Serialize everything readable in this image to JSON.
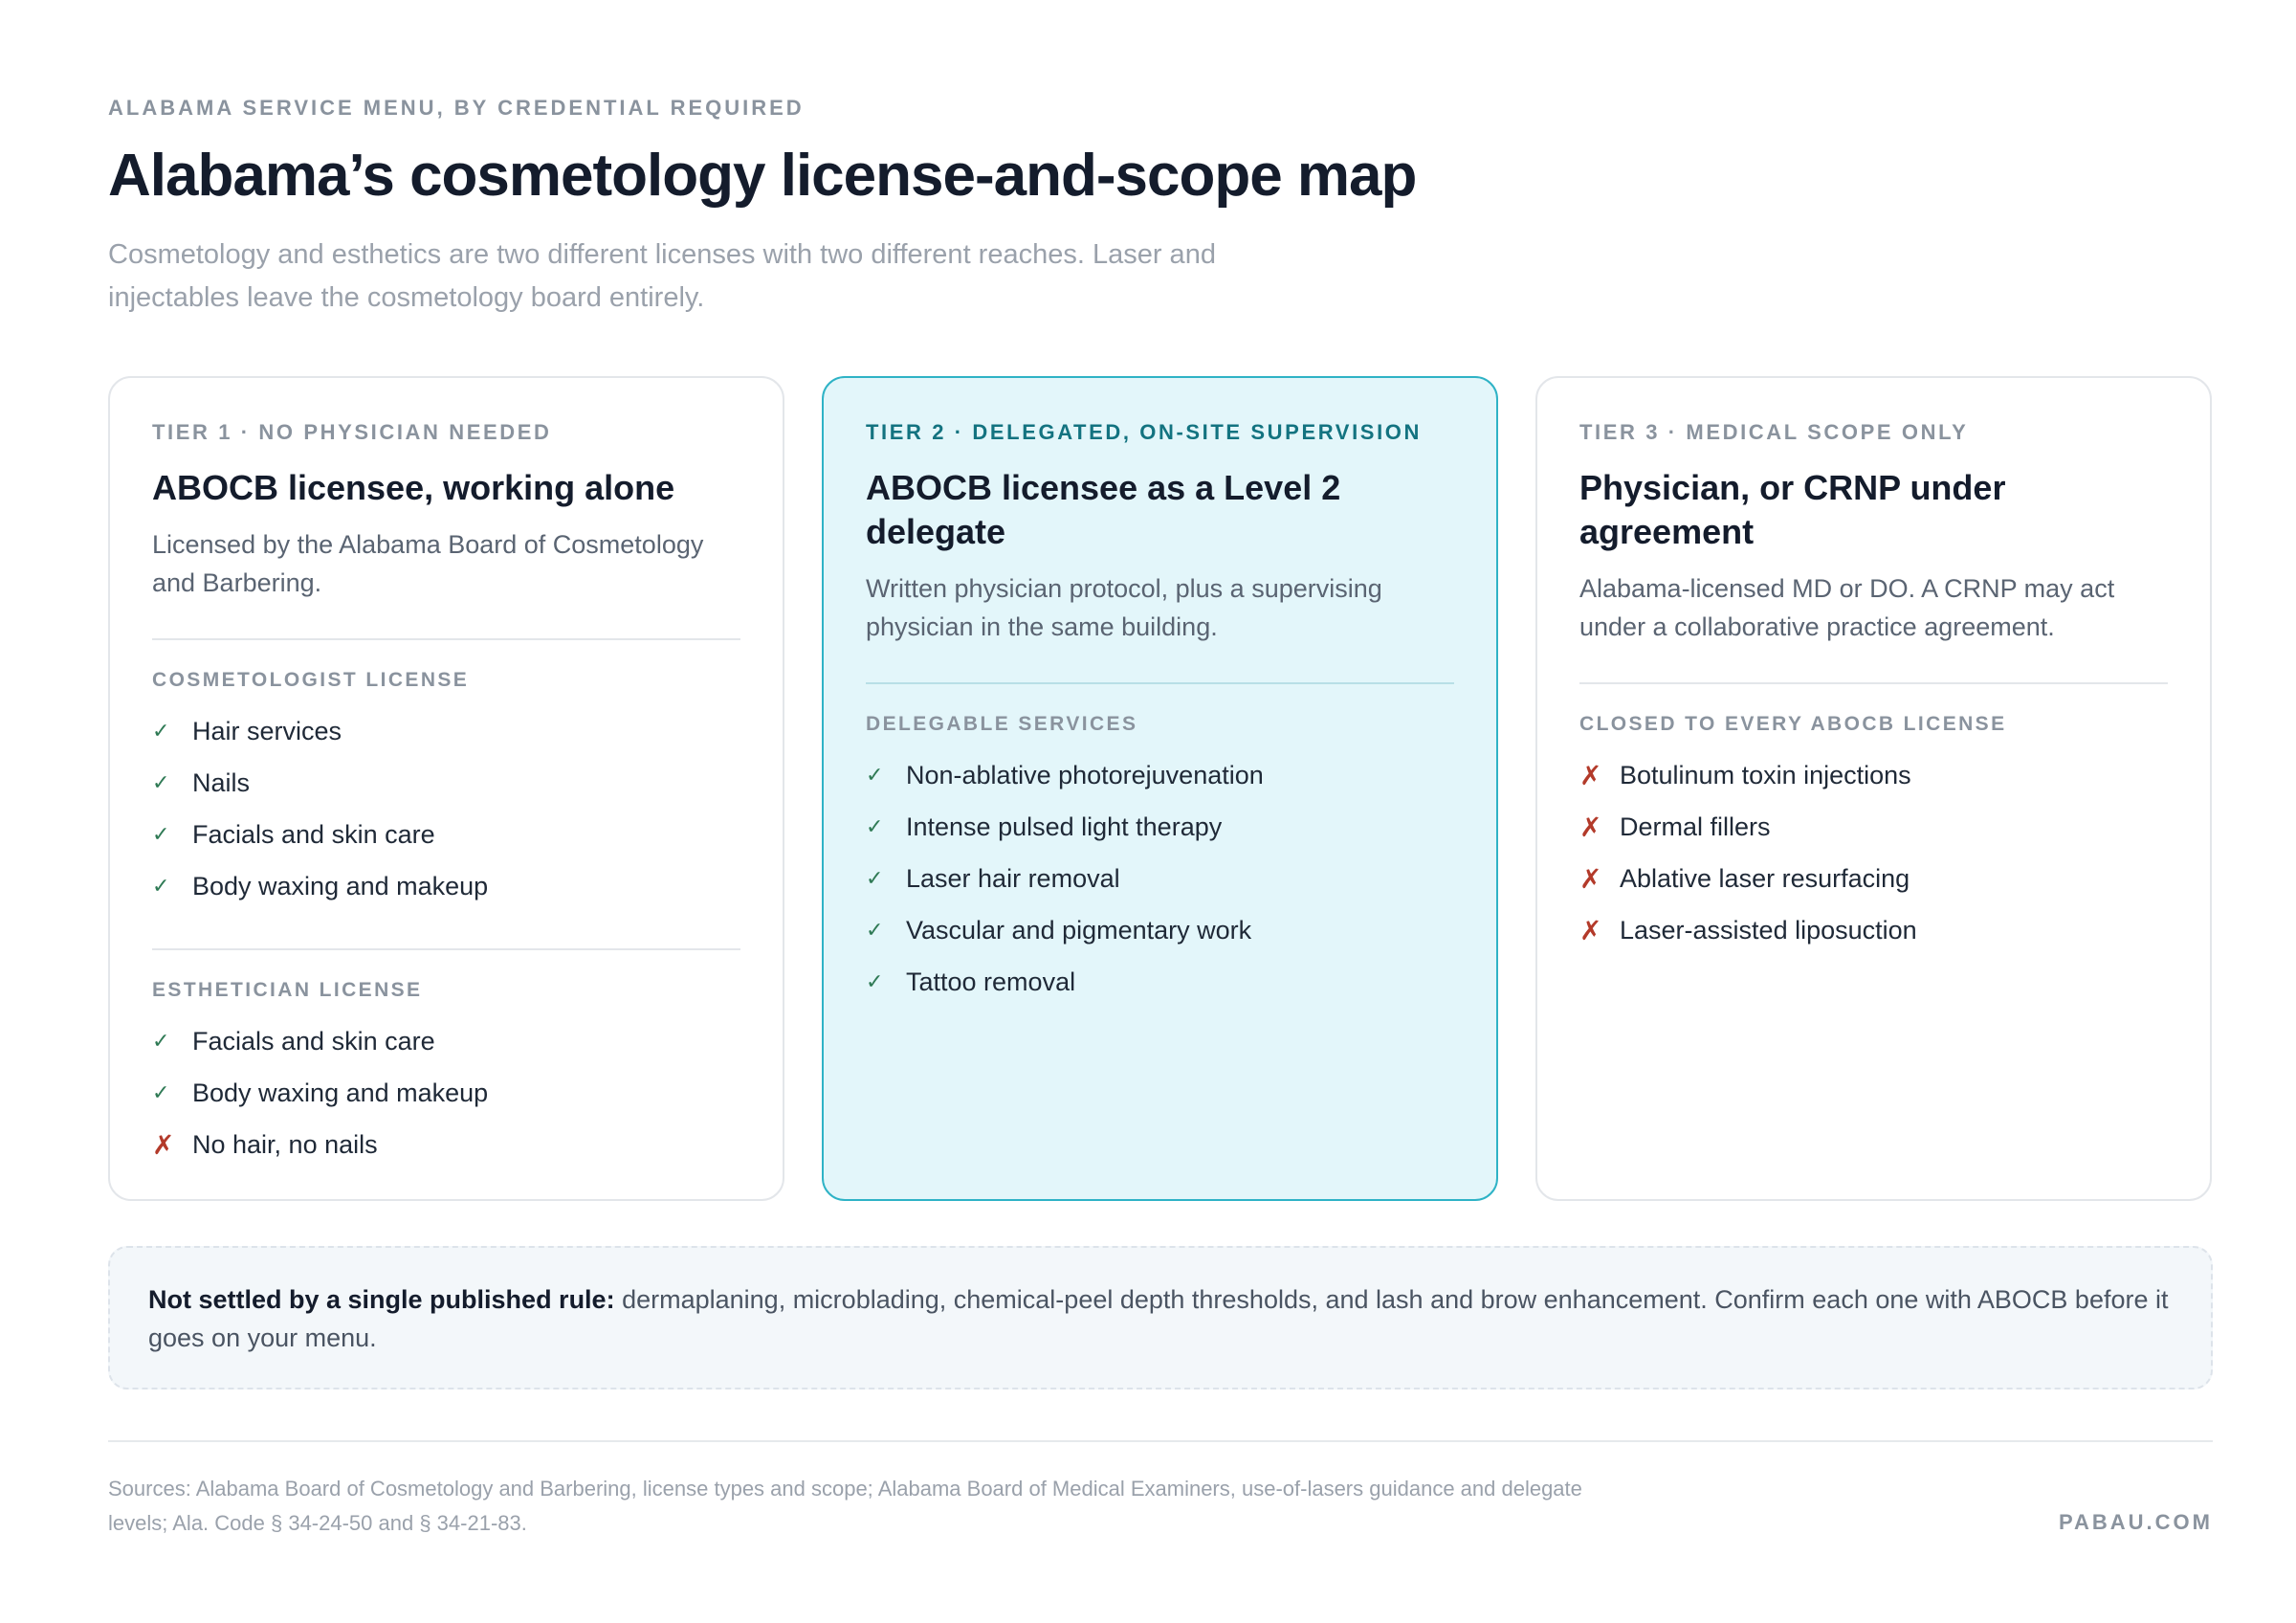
{
  "header": {
    "eyebrow": "ALABAMA SERVICE MENU, BY CREDENTIAL REQUIRED",
    "title": "Alabama’s cosmetology license-and-scope map",
    "subtitle": "Cosmetology and esthetics are two different licenses with two different reaches. Laser and injectables leave the cosmetology board entirely."
  },
  "tiers": [
    {
      "label": "TIER 1 · NO PHYSICIAN NEEDED",
      "title": "ABOCB licensee, working alone",
      "description": "Licensed by the Alabama Board of Cosmetology and Barbering.",
      "sections": [
        {
          "label": "COSMETOLOGIST LICENSE",
          "items": [
            {
              "text": "Hair services",
              "allowed": true
            },
            {
              "text": "Nails",
              "allowed": true
            },
            {
              "text": "Facials and skin care",
              "allowed": true
            },
            {
              "text": "Body waxing and makeup",
              "allowed": true
            }
          ]
        },
        {
          "label": "ESTHETICIAN LICENSE",
          "items": [
            {
              "text": "Facials and skin care",
              "allowed": true
            },
            {
              "text": "Body waxing and makeup",
              "allowed": true
            },
            {
              "text": "No hair, no nails",
              "allowed": false
            }
          ]
        }
      ]
    },
    {
      "label": "TIER 2 · DELEGATED, ON-SITE SUPERVISION",
      "title": "ABOCB licensee as a Level 2 delegate",
      "description": "Written physician protocol, plus a supervising physician in the same building.",
      "sections": [
        {
          "label": "DELEGABLE SERVICES",
          "items": [
            {
              "text": "Non-ablative photorejuvenation",
              "allowed": true
            },
            {
              "text": "Intense pulsed light therapy",
              "allowed": true
            },
            {
              "text": "Laser hair removal",
              "allowed": true
            },
            {
              "text": "Vascular and pigmentary work",
              "allowed": true
            },
            {
              "text": "Tattoo removal",
              "allowed": true
            }
          ]
        }
      ]
    },
    {
      "label": "TIER 3 · MEDICAL SCOPE ONLY",
      "title": "Physician, or CRNP under agreement",
      "description": "Alabama-licensed MD or DO. A CRNP may act under a collaborative practice agreement.",
      "sections": [
        {
          "label": "CLOSED TO EVERY ABOCB LICENSE",
          "items": [
            {
              "text": "Botulinum toxin injections",
              "allowed": false
            },
            {
              "text": "Dermal fillers",
              "allowed": false
            },
            {
              "text": "Ablative laser resurfacing",
              "allowed": false
            },
            {
              "text": "Laser-assisted liposuction",
              "allowed": false
            }
          ]
        }
      ]
    }
  ],
  "icons": {
    "allowed": "check-icon",
    "denied": "cross-icon"
  },
  "colors": {
    "accent": "#2fb3c6",
    "check": "#2f7a55",
    "cross": "#b33a2a",
    "highlight_bg": "#e3f6fa"
  },
  "note": {
    "bold": "Not settled by a single published rule:",
    "text": " dermaplaning, microblading, chemical-peel depth thresholds, and lash and brow enhancement. Confirm each one with ABOCB before it goes on your menu."
  },
  "footer": {
    "sources": "Sources: Alabama Board of Cosmetology and Barbering, license types and scope; Alabama Board of Medical Examiners, use-of-lasers guidance and delegate levels; Ala. Code § 34-24-50 and § 34-21-83.",
    "brand": "PABAU.COM"
  }
}
